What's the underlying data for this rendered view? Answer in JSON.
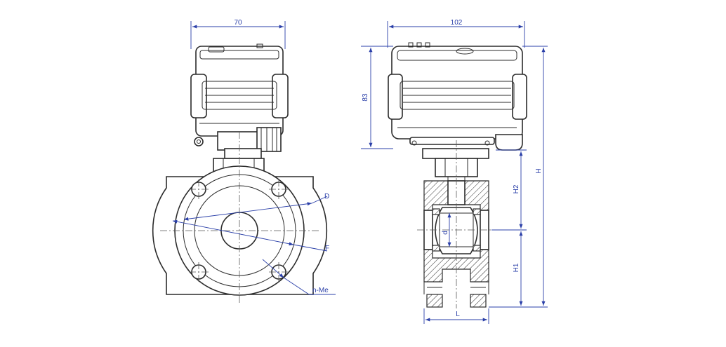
{
  "front_view": {
    "dim_width": "70",
    "dim_D": "D",
    "dim_F": "F",
    "dim_holes": "n-Me"
  },
  "side_view": {
    "dim_width": "102",
    "dim_actuator_height": "83",
    "dim_H": "H",
    "dim_H2": "H2",
    "dim_H1": "H1",
    "dim_d": "d",
    "dim_L": "L"
  },
  "colors": {
    "dimension": "#2a3fa8",
    "outline": "#2b2b2b"
  }
}
